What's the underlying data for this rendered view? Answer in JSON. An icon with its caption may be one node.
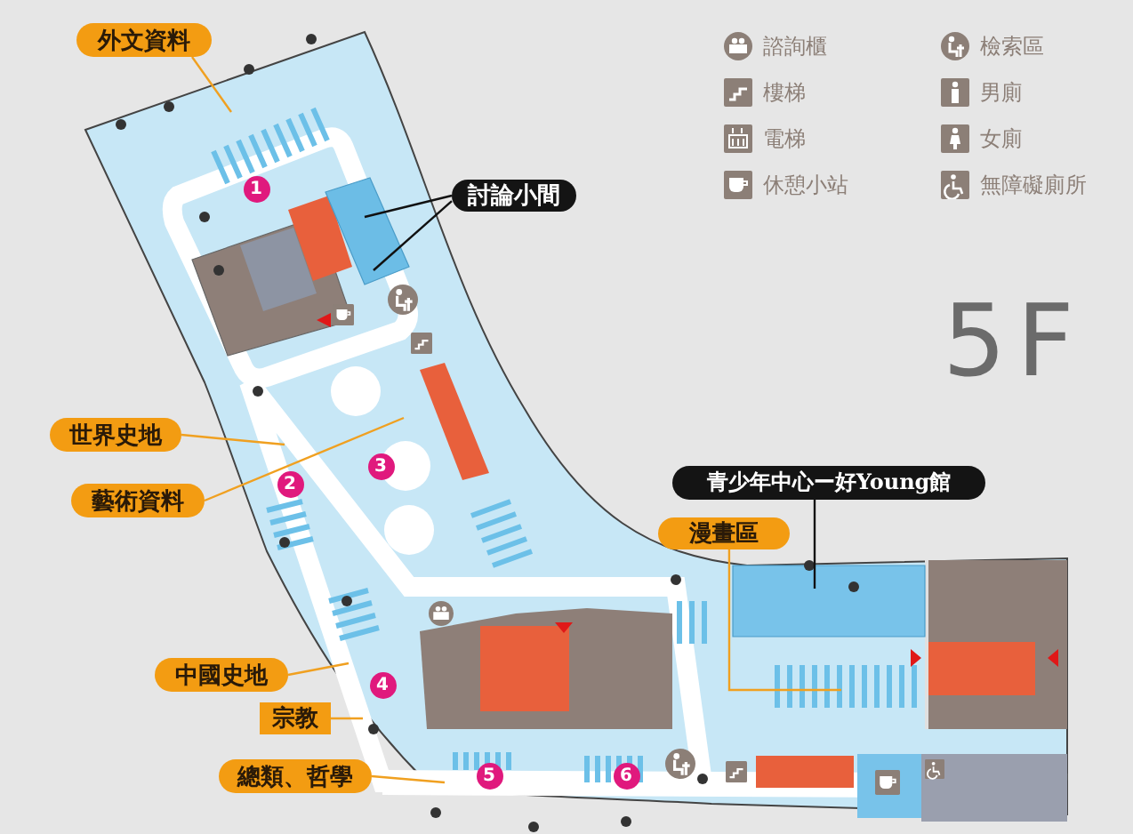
{
  "diagram": {
    "title": "5F",
    "nodes": [
      {
        "text": [
          "外文資料"
        ]
      },
      {
        "text": [
          "討論小間"
        ]
      },
      {
        "text": [
          "世界史地"
        ]
      },
      {
        "text": [
          "藝術資料"
        ]
      },
      {
        "text": [
          "1"
        ]
      },
      {
        "text": [
          "3"
        ]
      },
      {
        "text": [
          "2"
        ]
      },
      {
        "text": [
          "青少年中心ー好Young館"
        ]
      },
      {
        "text": [
          "漫畫區"
        ]
      },
      {
        "text": [
          "中國史地"
        ]
      },
      {
        "text": [
          "4"
        ]
      },
      {
        "text": [
          "宗教"
        ]
      },
      {
        "text": [
          "總類、哲學"
        ]
      },
      {
        "text": [
          "5"
        ]
      },
      {
        "text": [
          "6"
        ]
      }
    ],
    "edges": [
      {
        "from": 0,
        "to": null,
        "arrow": "none"
      },
      {
        "from": 1,
        "to": null,
        "arrow": "none",
        "color": "#111111"
      },
      {
        "from": 1,
        "to": null,
        "arrow": "none",
        "color": "#111111"
      },
      {
        "from": 2,
        "to": null,
        "arrow": "none"
      },
      {
        "from": 3,
        "to": null,
        "arrow": "none"
      },
      {
        "from": 7,
        "to": null,
        "arrow": "none",
        "color": "#111111"
      },
      {
        "from": 8,
        "to": null,
        "arrow": "none"
      },
      {
        "from": 9,
        "to": null,
        "arrow": "none"
      },
      {
        "from": 11,
        "to": null,
        "arrow": "none"
      },
      {
        "from": 12,
        "to": null,
        "arrow": "none"
      }
    ],
    "legend": [
      {
        "text": "諮詢櫃"
      },
      {
        "text": "樓梯"
      },
      {
        "text": "電梯"
      },
      {
        "text": "休憩小站"
      },
      {
        "text": "檢索區"
      },
      {
        "text": "男廁"
      },
      {
        "text": "女廁"
      },
      {
        "text": "無障礙廁所"
      }
    ]
  }
}
